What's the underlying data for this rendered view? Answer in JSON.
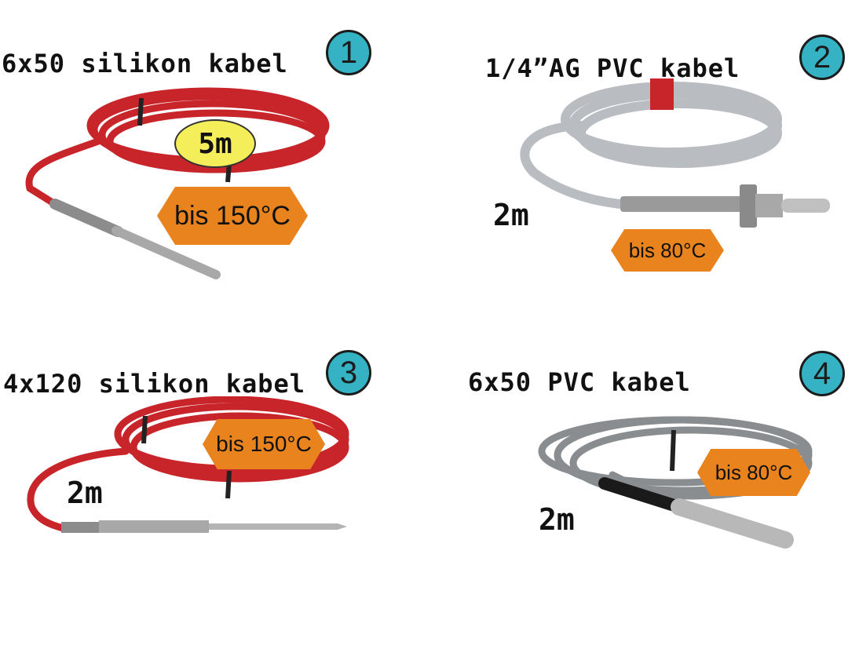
{
  "products": [
    {
      "number": "1",
      "title": "6x50 silikon kabel",
      "length": "5m",
      "temperature": "bis 150°C",
      "cable_color": "#c8252a"
    },
    {
      "number": "2",
      "title": "1/4”AG PVC kabel",
      "length": "2m",
      "temperature": "bis 80°C",
      "cable_color": "#b9bdc1"
    },
    {
      "number": "3",
      "title": "4x120 silikon kabel",
      "length": "2m",
      "temperature": "bis 150°C",
      "cable_color": "#c8252a"
    },
    {
      "number": "4",
      "title": "6x50 PVC kabel",
      "length": "2m",
      "temperature": "bis 80°C",
      "cable_color": "#8a8d90"
    }
  ],
  "colors": {
    "badge": "#e9831e",
    "number_circle": "#35b3c4",
    "length_oval": "#f3ee5a"
  }
}
